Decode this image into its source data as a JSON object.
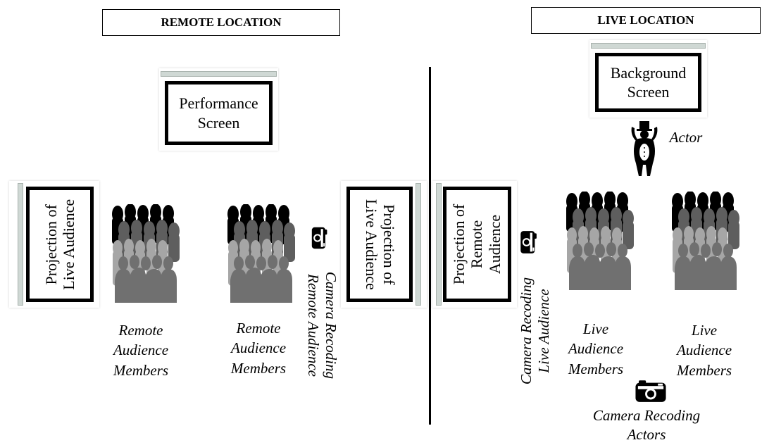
{
  "headers": {
    "remote": "REMOTE LOCATION",
    "live": "LIVE LOCATION"
  },
  "screens": {
    "performance": [
      "Performance",
      "Screen"
    ],
    "background": [
      "Background",
      "Screen"
    ],
    "projection_live_left": [
      "Projection of",
      "Live Audience"
    ],
    "projection_live_center": [
      "Projection of",
      "Live Audience"
    ],
    "projection_remote": [
      "Projection of",
      "Remote",
      "Audience"
    ]
  },
  "labels": {
    "actor": "Actor",
    "remote_members_1": [
      "Remote",
      "Audience",
      "Members"
    ],
    "remote_members_2": [
      "Remote",
      "Audience",
      "Members"
    ],
    "live_members_1": [
      "Live",
      "Audience",
      "Members"
    ],
    "live_members_2": [
      "Live",
      "Audience",
      "Members"
    ],
    "camera_remote": [
      "Camera Recoding",
      "Remote Audience"
    ],
    "camera_live": [
      "Camera Recoding",
      "Live Audience"
    ],
    "camera_actors": [
      "Camera Recoding",
      "Actors"
    ]
  },
  "icons": {
    "camera": "camera-icon",
    "crowd": "audience-crowd-icon",
    "actor": "actor-figure-icon"
  },
  "colors": {
    "crowd_back": "#000000",
    "crowd_mid": "#5e5e5e",
    "crowd_light": "#a6a6a6",
    "crowd_front": "#707070"
  }
}
